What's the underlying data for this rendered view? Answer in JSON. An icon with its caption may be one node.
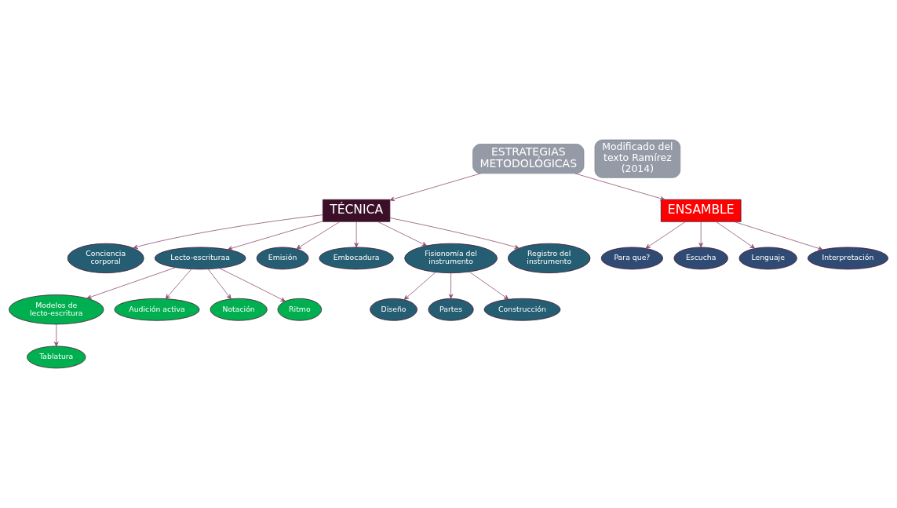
{
  "diagram": {
    "nodes": [
      {
        "text": [
          "Modelos de lecto-escritura"
        ]
      },
      {
        "text": [
          "Tablatura"
        ]
      },
      {
        "text": [
          "Audición activa"
        ]
      },
      {
        "text": [
          "Notación"
        ]
      },
      {
        "text": [
          "Conciencia corporal"
        ]
      },
      {
        "text": [
          "Ritmo"
        ]
      },
      {
        "text": [
          "Lecto-escrituraa"
        ]
      },
      {
        "text": [
          "Emisión"
        ]
      },
      {
        "text": [
          "TÉCNICA"
        ]
      },
      {
        "text": [
          "ESTRATEGIAS METODOLÓGICAS"
        ]
      },
      {
        "text": [
          "ENSAMBLE"
        ]
      },
      {
        "text": [
          "Para que?"
        ]
      },
      {
        "text": [
          "Escucha"
        ]
      },
      {
        "text": [
          "Embocadura"
        ]
      },
      {
        "text": [
          "Lenguaje"
        ]
      },
      {
        "text": [
          "Fisionomía del instrumento"
        ]
      },
      {
        "text": [
          "Interpretación"
        ]
      },
      {
        "text": [
          "Registro del instrumento"
        ]
      },
      {
        "text": [
          "Diseño"
        ]
      },
      {
        "text": [
          "Partes"
        ]
      },
      {
        "text": [
          "Construcción"
        ]
      },
      {
        "text": [
          "Modificado del texto Ramírez (2014)"
        ]
      }
    ],
    "edges": [
      {
        "from": 9,
        "to": 8,
        "arrow": "to"
      },
      {
        "from": 9,
        "to": 10,
        "arrow": "to"
      },
      {
        "from": 8,
        "to": 6,
        "arrow": "to"
      },
      {
        "from": 8,
        "to": 7,
        "arrow": "to"
      },
      {
        "from": 8,
        "to": 13,
        "arrow": "to"
      },
      {
        "from": 8,
        "to": 4,
        "arrow": "to"
      },
      {
        "from": 8,
        "to": 17,
        "arrow": "to"
      },
      {
        "from": 8,
        "to": 15,
        "arrow": "to"
      },
      {
        "from": 6,
        "to": 3,
        "arrow": "to"
      },
      {
        "from": 6,
        "to": 0,
        "arrow": "to"
      },
      {
        "from": 6,
        "to": 2,
        "arrow": "to"
      },
      {
        "from": 6,
        "to": 5,
        "arrow": "to"
      },
      {
        "from": 0,
        "to": 1,
        "arrow": "to"
      },
      {
        "from": 15,
        "to": 20,
        "arrow": "to"
      },
      {
        "from": 15,
        "to": 18,
        "arrow": "to"
      },
      {
        "from": 15,
        "to": 19,
        "arrow": "to"
      },
      {
        "from": 10,
        "to": 11,
        "arrow": "to"
      },
      {
        "from": 10,
        "to": 12,
        "arrow": "to"
      },
      {
        "from": 10,
        "to": 14,
        "arrow": "to"
      },
      {
        "from": 10,
        "to": 16,
        "arrow": "to"
      }
    ]
  }
}
